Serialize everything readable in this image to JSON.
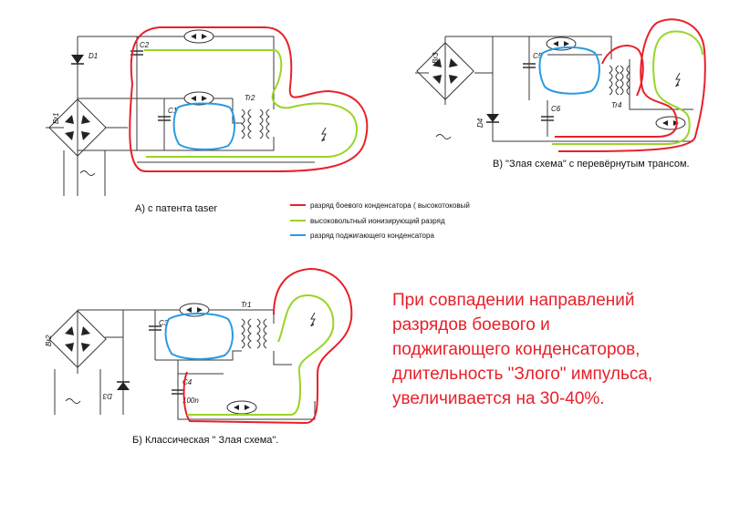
{
  "labels": {
    "d1": "D1",
    "br1": "Br1",
    "c2": "C2",
    "c1": "C1",
    "tr2": "Tr2",
    "br3": "Br3",
    "c5": "C5",
    "d4": "D4",
    "c6": "C6",
    "tr4": "Tr4",
    "br2": "Br2",
    "c3": "C3",
    "tr1": "Tr1",
    "d3": "D3",
    "c4": "C4",
    "c4_value": "100n"
  },
  "captions": {
    "a": "А)   с патента taser",
    "b": "Б) Классическая \" Злая схема\".",
    "v": "В) \"Злая схема\" с перевёрнутым трансом."
  },
  "legend": [
    {
      "color": "#e8202a",
      "text": "разряд боевого конденсатора ( высокотоковый"
    },
    {
      "color": "#9ad428",
      "text": "высоковольтный ионизирующий разряд"
    },
    {
      "color": "#2a9be0",
      "text": "разряд поджигающего конденсатора"
    }
  ],
  "note_lines": [
    "При совпадении направлений",
    "разрядов боевого и",
    "поджигающего конденсаторов,",
    "длительность \"Злого\"  импульса,",
    "увеличивается на 30-40%."
  ],
  "colors": {
    "red": "#e8202a",
    "green": "#9ad428",
    "blue": "#2a9be0",
    "wire": "#3a3a3a"
  }
}
